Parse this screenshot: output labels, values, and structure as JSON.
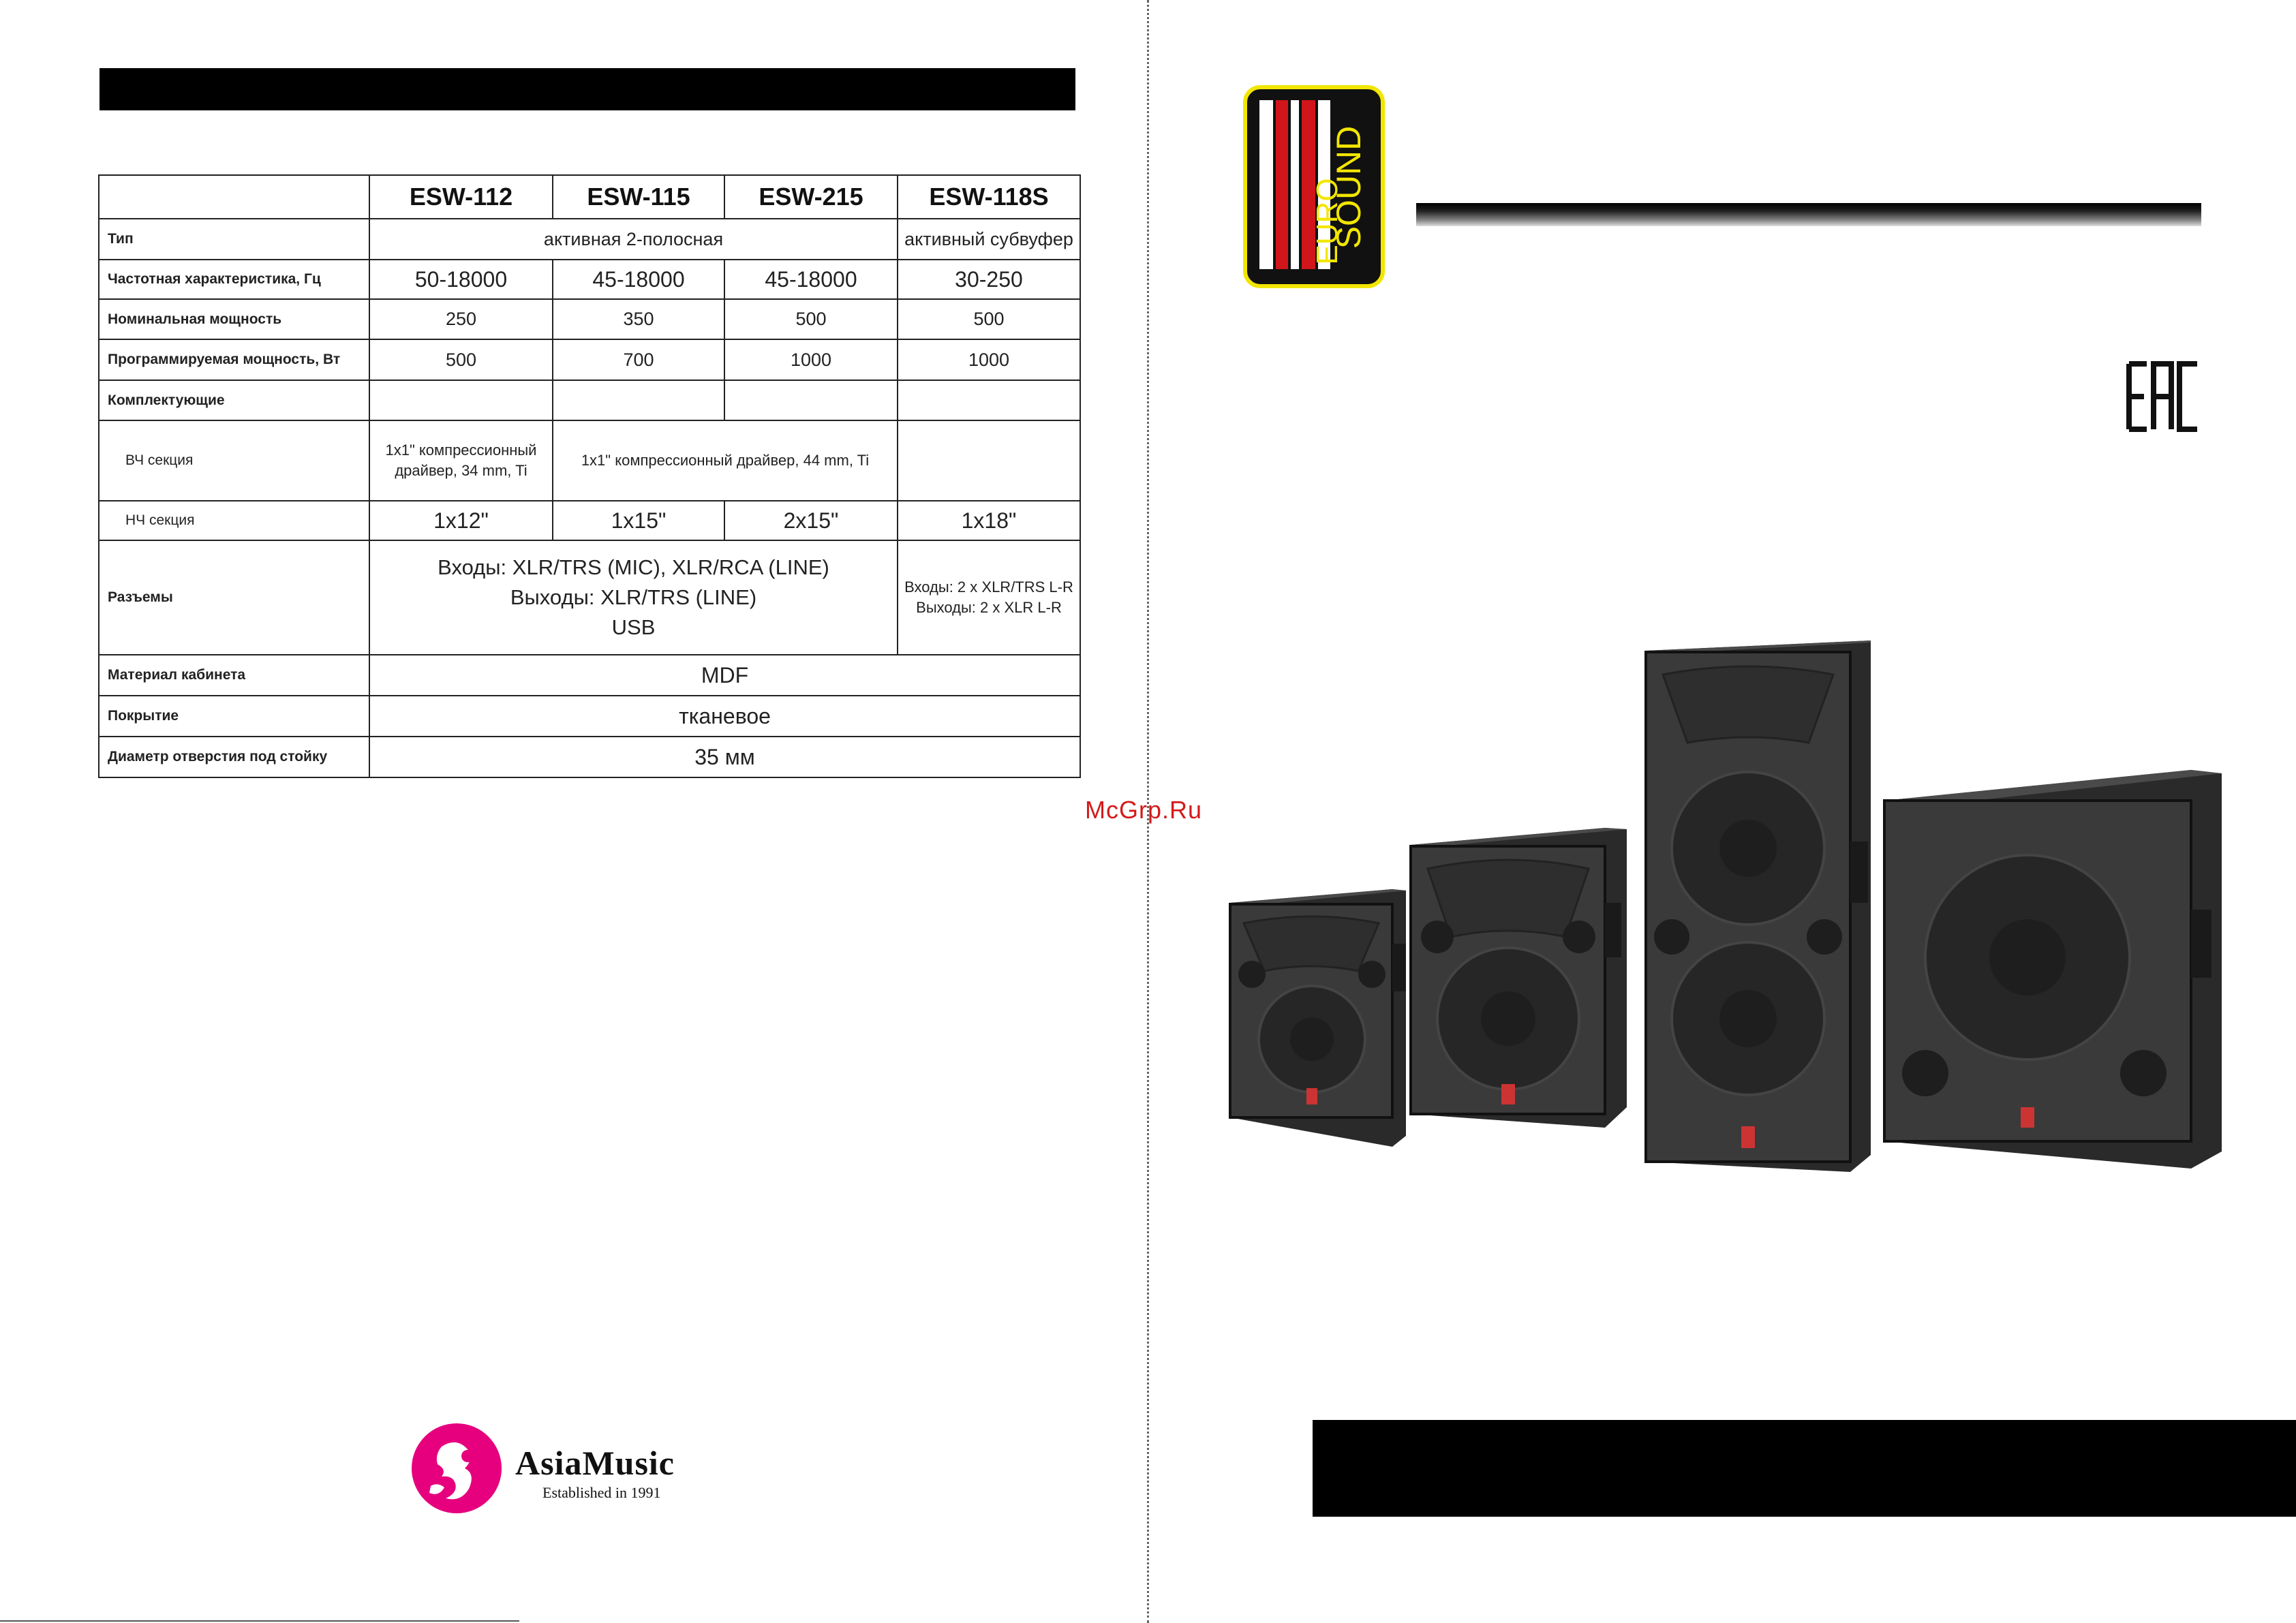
{
  "table": {
    "models": [
      "ESW-112",
      "ESW-115",
      "ESW-215",
      "ESW-118S"
    ],
    "rows": {
      "type": {
        "label": "Тип",
        "active_2way": "активная 2-полосная",
        "sub": "активный субвуфер"
      },
      "freq": {
        "label": "Частотная характеристика, Гц",
        "values": [
          "50-18000",
          "45-18000",
          "45-18000",
          "30-250"
        ]
      },
      "nominal": {
        "label": "Номинальная  мощность",
        "values": [
          "250",
          "350",
          "500",
          "500"
        ]
      },
      "program": {
        "label": "Программируемая  мощность, Вт",
        "values": [
          "500",
          "700",
          "1000",
          "1000"
        ]
      },
      "components": {
        "label": "Комплектующие"
      },
      "hf": {
        "label": "ВЧ секция",
        "esw112": "1x1\" компрессионный драйвер, 34 mm, Ti",
        "esw115_215": "1x1\" компрессионный драйвер, 44 mm, Ti"
      },
      "lf": {
        "label": "НЧ секция",
        "values": [
          "1x12\"",
          "1x15\"",
          "2x15\"",
          "1x18\""
        ]
      },
      "connectors": {
        "label": "Разъемы",
        "line1": "Входы: XLR/TRS (MIC), XLR/RCA (LINE)",
        "line2": "Выходы: XLR/TRS (LINE)",
        "line3": "USB",
        "sub_line1": "Входы: 2 x XLR/TRS L-R",
        "sub_line2": "Выходы:  2 x XLR L-R"
      },
      "material": {
        "label": "Материал кабинета",
        "value": "MDF"
      },
      "coating": {
        "label": "Покрытие",
        "value": "тканевое"
      },
      "stand": {
        "label": "Диаметр отверстия под стойку",
        "value": "35 мм"
      }
    }
  },
  "asia_music": {
    "name": "AsiaMusic",
    "established": "Established in 1991",
    "brand_color": "#e6007e"
  },
  "watermark": "McGrp.Ru",
  "eurosound": {
    "top_letters": "EURO",
    "side_letters": "SOUND",
    "colors": {
      "frame": "#f2e600",
      "red": "#d0161b"
    }
  },
  "eac": "EAC",
  "speakers_icon": "speaker-cabinets-image"
}
